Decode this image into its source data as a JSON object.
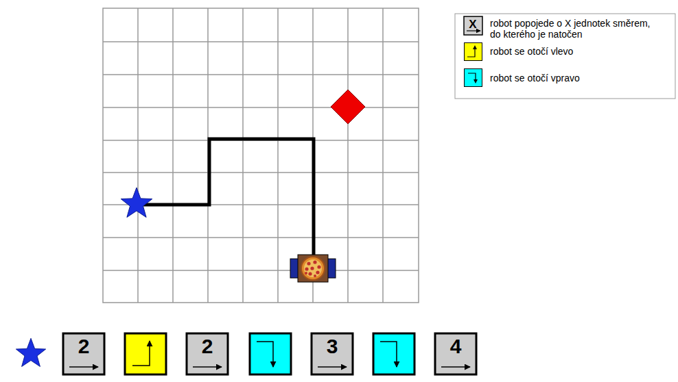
{
  "diagram": {
    "labels": [
      "X",
      "2",
      "2",
      "3",
      "4"
    ],
    "legend": [
      {
        "text": "robot popojede o X jednotek směrem, do kterého je natočen"
      },
      {
        "text": "robot se otočí vlevo",
        "color": "#ffff00"
      },
      {
        "text": "robot se otočí vpravo",
        "color": "#00ffff"
      }
    ]
  }
}
